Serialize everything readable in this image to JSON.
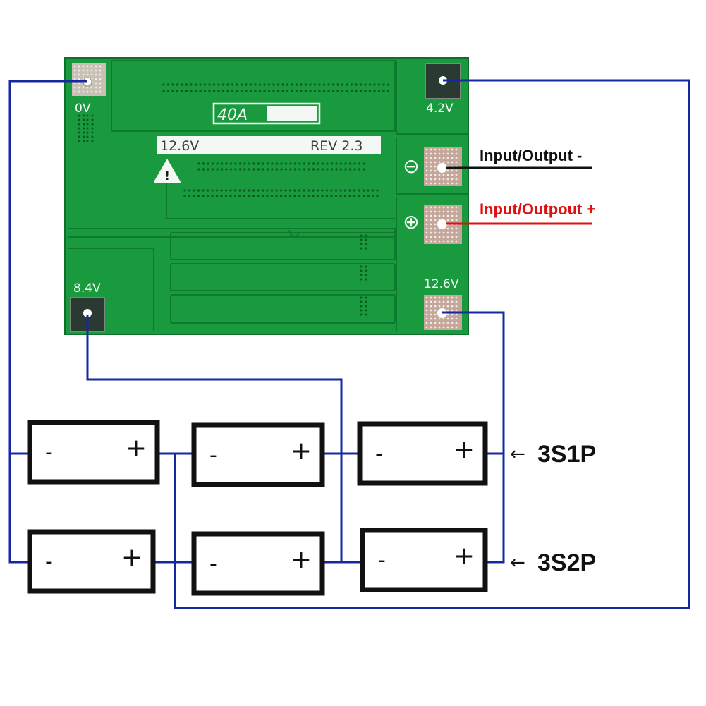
{
  "colors": {
    "wire": "#1628a0",
    "pcb": "#1a9a3e",
    "pcb_dark": "#0d7a2c",
    "negative_label": "#111111",
    "positive_label": "#e01010",
    "battery_outline": "#111111"
  },
  "board": {
    "rating_label": "40A",
    "voltage_label": "12.6V",
    "revision_label": "REV 2.3",
    "warning_symbol": "!",
    "minus_symbol": "⊖",
    "plus_symbol": "⊕",
    "pads": {
      "p0v": "0V",
      "p42v": "4.2V",
      "p84v": "8.4V",
      "p126v": "12.6V"
    }
  },
  "labels": {
    "io_negative": "Input/Output -",
    "io_positive": "Input/Outpout +",
    "row1": "3S1P",
    "row2": "3S2P",
    "arrow": "←"
  },
  "battery": {
    "minus": "-",
    "plus": "+"
  }
}
